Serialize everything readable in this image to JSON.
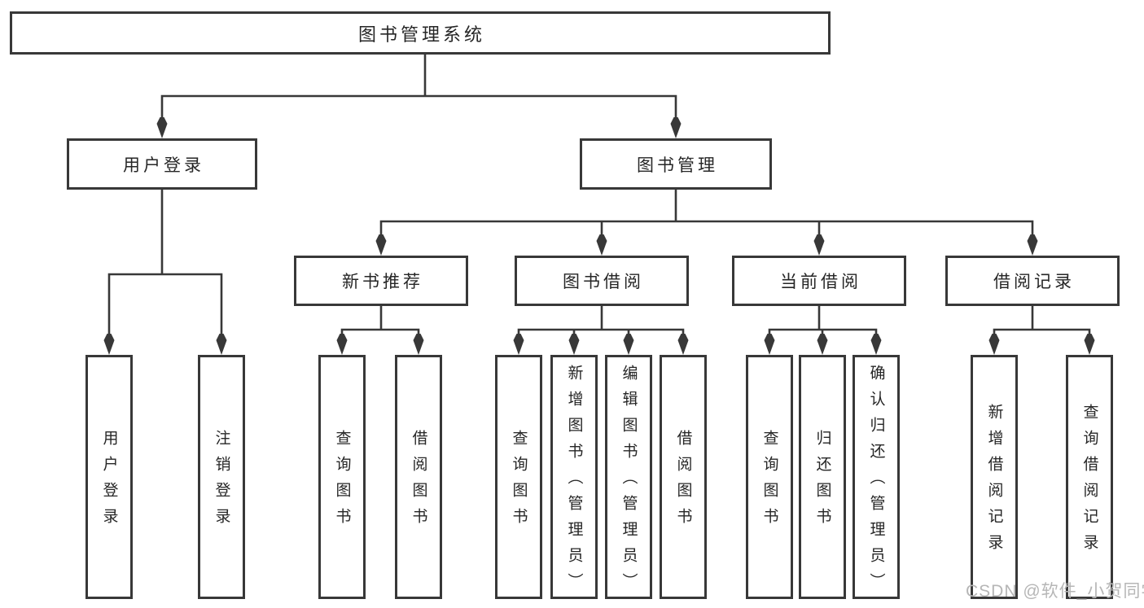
{
  "diagram": {
    "tree": {
      "root": {
        "label": "图书管理系统"
      },
      "branches": [
        {
          "label": "用户登录",
          "children": [
            {
              "label": "用户登录"
            },
            {
              "label": "注销登录"
            }
          ]
        },
        {
          "label": "图书管理",
          "children": [
            {
              "label": "新书推荐",
              "children": [
                {
                  "label": "查询图书"
                },
                {
                  "label": "借阅图书"
                }
              ]
            },
            {
              "label": "图书借阅",
              "children": [
                {
                  "label": "查询图书"
                },
                {
                  "label": "新增图书（管理员）"
                },
                {
                  "label": "编辑图书（管理员）"
                },
                {
                  "label": "借阅图书"
                }
              ]
            },
            {
              "label": "当前借阅",
              "children": [
                {
                  "label": "查询图书"
                },
                {
                  "label": "归还图书"
                },
                {
                  "label": "确认归还（管理员）"
                }
              ]
            },
            {
              "label": "借阅记录",
              "children": [
                {
                  "label": "新增借阅记录"
                },
                {
                  "label": "查询借阅记录"
                }
              ]
            }
          ]
        }
      ]
    },
    "watermark": {
      "text": "CSDN @软件_小贺同学"
    },
    "colors": {
      "line": "#383838",
      "text": "#262626",
      "background": "#ffffff",
      "watermark": "#b6b6b6"
    }
  }
}
